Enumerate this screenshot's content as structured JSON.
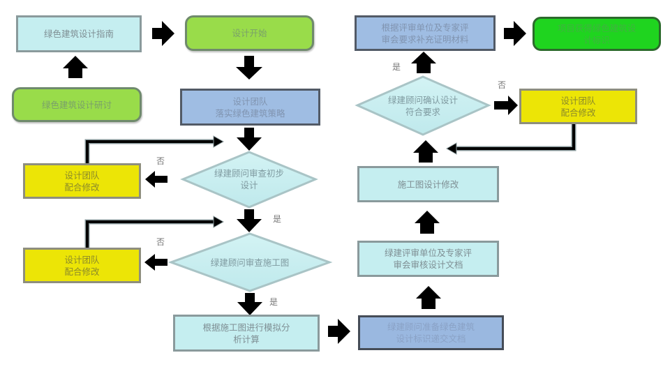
{
  "nodes": {
    "guide": "绿色建筑设计指南",
    "seminar": "绿色建筑设计研讨",
    "start": "设计开始",
    "team_strategy": "设计团队\n落实绿色建筑策略",
    "review_prelim": "绿建顾问审查初步\n设计",
    "revise_1": "设计团队\n配合修改",
    "review_construction": "绿建顾问审查施工图",
    "revise_2": "设计团队\n配合修改",
    "simulation": "根据施工图进行模拟分\n析计算",
    "prepare_docs": "绿建顾问准备绿色建筑\n设计标识递交文档",
    "audit_docs": "绿建评审单位及专家评\n审会审核设计文档",
    "cd_revision": "施工图设计修改",
    "confirm": "绿建顾问确认设计\n符合要求",
    "revise_3": "设计团队\n配合修改",
    "supplement": "根据评审单位及专家评\n审会要求补充证明材料",
    "label_obtained": "项目获得绿色建筑设\n计标识"
  },
  "labels": {
    "no_1": "否",
    "yes_1": "是",
    "no_2": "否",
    "yes_2": "是",
    "no_3": "否",
    "yes_3": "是"
  },
  "colors": {
    "light_cyan": "#c5eef0",
    "light_green": "#99dc4a",
    "bright_green": "#1fd41f",
    "steel_blue": "#9fbde3",
    "yellow": "#ece506",
    "arrow": "#000000"
  }
}
